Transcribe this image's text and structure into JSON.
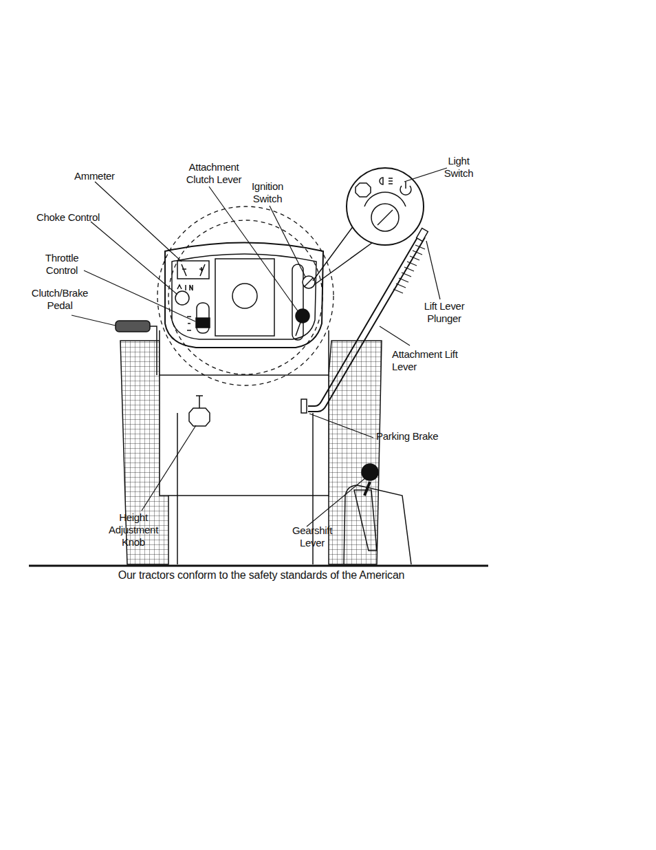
{
  "diagram": {
    "labels": [
      "Ammeter",
      "Attachment Clutch Lever",
      "Ignition Switch",
      "Light Switch",
      "Choke Control",
      "Throttle Control",
      "Clutch/Brake Pedal",
      "Lift Lever Plunger",
      "Attachment Lift Lever",
      "Parking Brake",
      "Height Adjustment Knob",
      "Gearshift Lever",
      "Our tractors conform to the safety standards of the American"
    ]
  }
}
